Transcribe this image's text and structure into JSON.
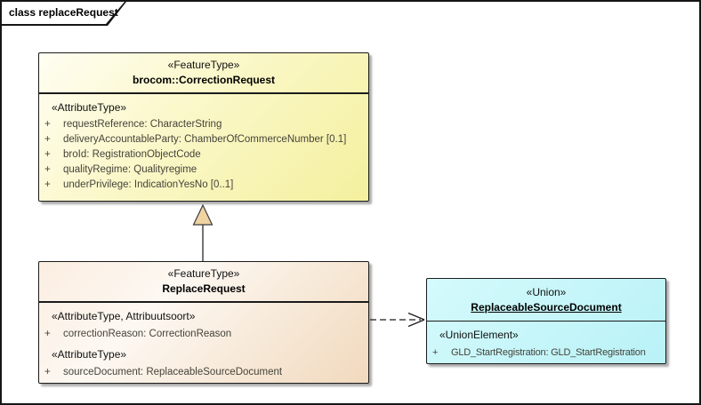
{
  "diagram": {
    "tab_label": "class replaceRequest",
    "palette": {
      "parent_class_fill": "#f4f09e",
      "child_class_fill": "#f1d9bd",
      "union_fill": "#b9f2f7",
      "box_border": "#1b1b1b",
      "attribute_text": "#45433a",
      "generalization_triangle_fill": "#f0d3a3"
    }
  },
  "classes": {
    "correction": {
      "stereotype": "«FeatureType»",
      "name": "brocom::CorrectionRequest",
      "section_stereotype": "«AttributeType»",
      "attributes": [
        {
          "vis": "+",
          "text": "requestReference: CharacterString"
        },
        {
          "vis": "+",
          "text": "deliveryAccountableParty: ChamberOfCommerceNumber [0.1]"
        },
        {
          "vis": "+",
          "text": "broId: RegistrationObjectCode"
        },
        {
          "vis": "+",
          "text": "qualityRegime: Qualityregime"
        },
        {
          "vis": "+",
          "text": "underPrivilege: IndicationYesNo [0..1]"
        }
      ]
    },
    "replace": {
      "stereotype": "«FeatureType»",
      "name": "ReplaceRequest",
      "sections": [
        {
          "stereotype": "«AttributeType, Attribuutsoort»",
          "attributes": [
            {
              "vis": "+",
              "text": "correctionReason: CorrectionReason"
            }
          ]
        },
        {
          "stereotype": "«AttributeType»",
          "attributes": [
            {
              "vis": "+",
              "text": "sourceDocument: ReplaceableSourceDocument"
            }
          ]
        }
      ]
    },
    "union": {
      "stereotype": "«Union»",
      "name": "ReplaceableSourceDocument",
      "section_stereotype": "«UnionElement»",
      "attributes": [
        {
          "vis": "+",
          "text": "GLD_StartRegistration: GLD_StartRegistration"
        }
      ]
    }
  },
  "relations": {
    "generalization": {
      "type": "generalization",
      "from": "ReplaceRequest",
      "to": "brocom::CorrectionRequest"
    },
    "dependency": {
      "type": "dashed dependency",
      "from": "ReplaceRequest",
      "to": "ReplaceableSourceDocument"
    }
  }
}
